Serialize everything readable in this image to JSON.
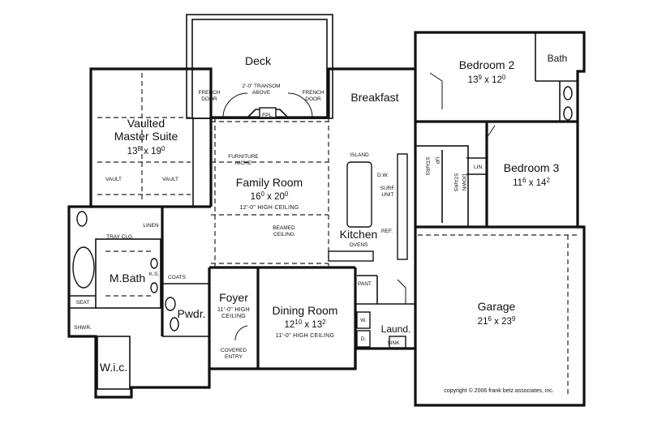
{
  "rooms": {
    "deck": {
      "name": "Deck"
    },
    "breakfast": {
      "name": "Breakfast"
    },
    "bedroom2": {
      "name": "Bedroom 2",
      "dim_a": "13",
      "sup_a": "9",
      "dim_b": "12",
      "sup_b": "0"
    },
    "bath": {
      "name": "Bath"
    },
    "master": {
      "name1": "Vaulted",
      "name2": "Master Suite",
      "dim_a": "13",
      "sup_a": "8",
      "dim_b": "19",
      "sup_b": "0"
    },
    "family": {
      "name": "Family Room",
      "dim_a": "16",
      "sup_a": "0",
      "dim_b": "20",
      "sup_b": "0",
      "ceiling": "12'-0\" HIGH CEILING"
    },
    "bedroom3": {
      "name": "Bedroom 3",
      "dim_a": "11",
      "sup_a": "6",
      "dim_b": "14",
      "sup_b": "2"
    },
    "kitchen": {
      "name": "Kitchen"
    },
    "mbath": {
      "name": "M.Bath"
    },
    "foyer": {
      "name": "Foyer",
      "ceiling1": "11'-0\" HIGH",
      "ceiling2": "CEILING"
    },
    "dining": {
      "name": "Dining Room",
      "dim_a": "12",
      "sup_a": "10",
      "dim_b": "13",
      "sup_b": "2",
      "ceiling": "11'-0\" HIGH CEILING"
    },
    "garage": {
      "name": "Garage",
      "dim_a": "21",
      "sup_a": "6",
      "dim_b": "23",
      "sup_b": "9"
    },
    "pwdr": {
      "name": "Pwdr."
    },
    "laund": {
      "name": "Laund."
    },
    "wic": {
      "name": "W.i.c."
    }
  },
  "labels": {
    "french_door_1a": "FRENCH",
    "french_door_1b": "DOOR",
    "french_door_2a": "FRENCH",
    "french_door_2b": "DOOR",
    "transom_a": "2'-0\" TRANSOM",
    "transom_b": "ABOVE",
    "fpl": "FPL.",
    "furniture_a": "FURNITURE",
    "furniture_b": "NICHE",
    "vault_left": "VAULT",
    "vault_right": "VAULT",
    "beamed_a": "BEAMED",
    "beamed_b": "CEILING",
    "island": "ISLAND",
    "dw": "D.W.",
    "surf_a": "SURF.",
    "surf_b": "UNIT",
    "ref": "REF.",
    "ovens": "OVENS",
    "stairs": "STAIRS",
    "up": "UP",
    "down": "DOWN",
    "lin": "LIN.",
    "linen": "LINEN",
    "tray": "TRAY CLG.",
    "ks": "K.S.",
    "coats": "COATS",
    "seat": "SEAT",
    "shwr": "SHWR.",
    "pant": "PANT.",
    "w": "W.",
    "d": "D.",
    "sink": "SINK",
    "covered_a": "COVERED",
    "covered_b": "ENTRY"
  },
  "copyright": "copyright © 2006 frank betz associates, inc."
}
